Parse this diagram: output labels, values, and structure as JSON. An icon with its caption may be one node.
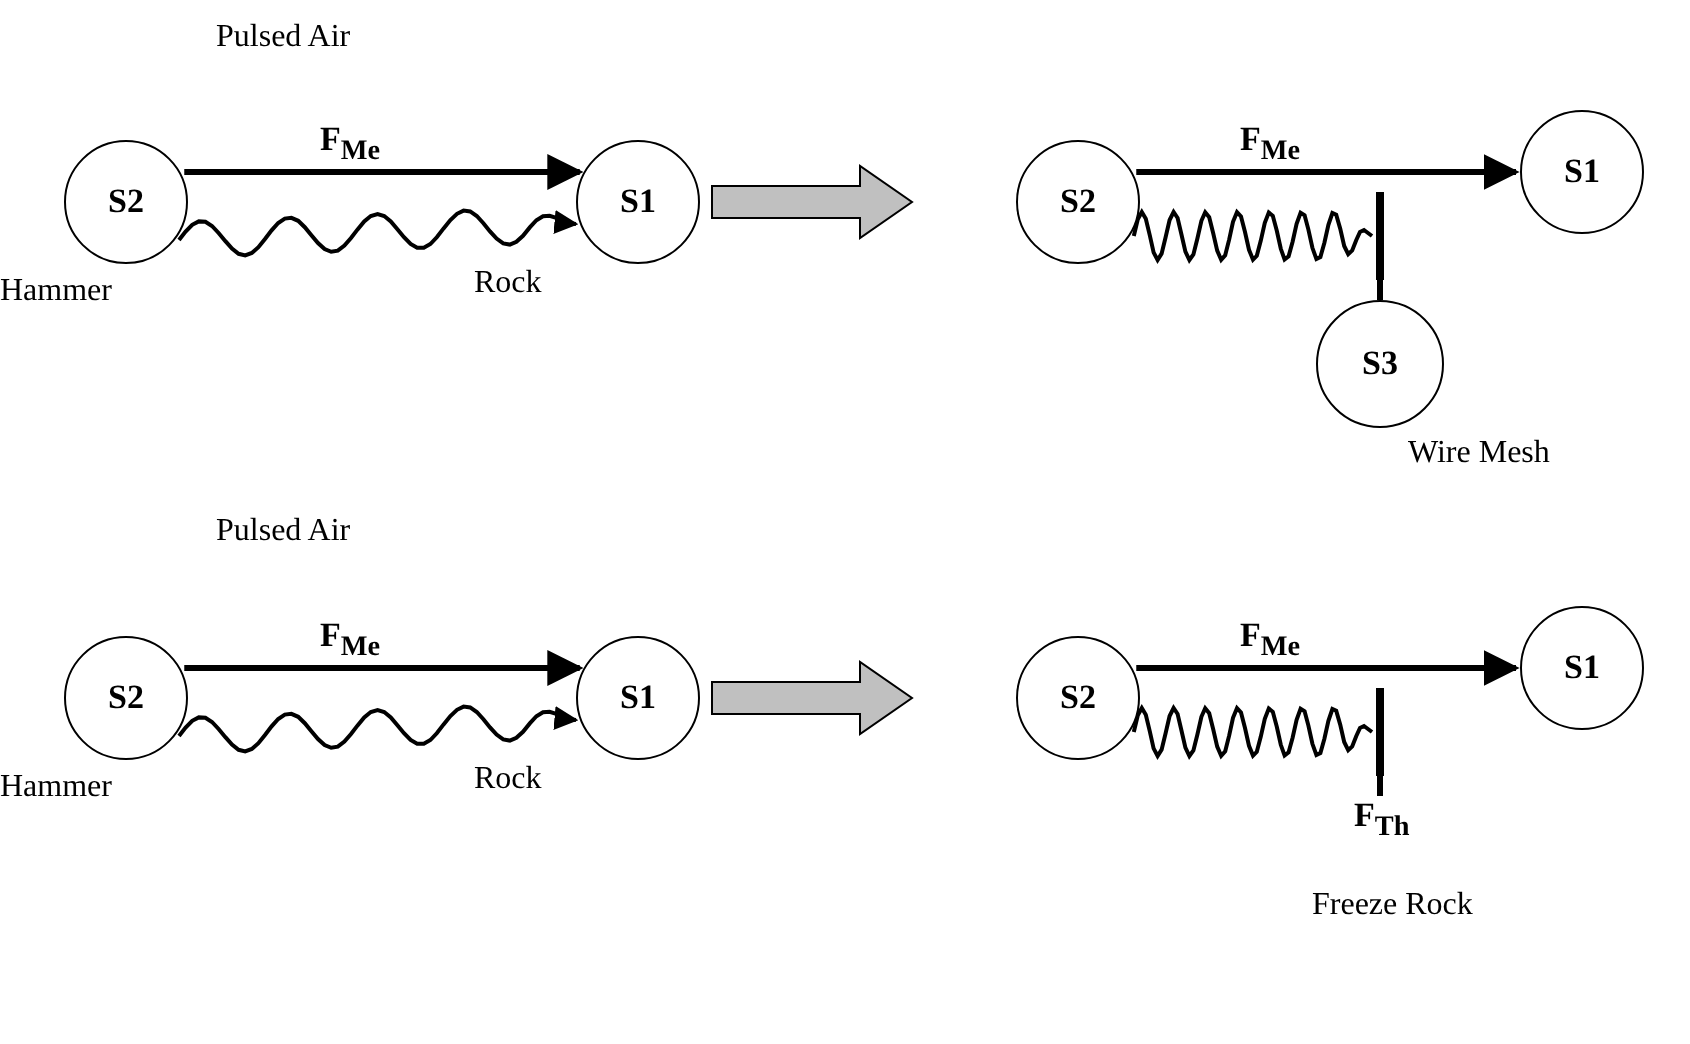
{
  "diagram": {
    "nodes": [
      {
        "text": [
          "S2"
        ],
        "beside": [
          "Hammer"
        ]
      },
      {
        "text": [
          "S1"
        ],
        "beside": [
          "Rock"
        ]
      },
      {
        "text": [
          "S2"
        ]
      },
      {
        "text": [],
        "shape": "bar"
      },
      {
        "text": [
          "S1"
        ]
      },
      {
        "text": [
          "S3"
        ],
        "beside": [
          "Wire Mesh"
        ]
      },
      {
        "text": [
          "S2"
        ],
        "beside": [
          "Hammer"
        ]
      },
      {
        "text": [
          "S1"
        ],
        "beside": [
          "Rock"
        ]
      },
      {
        "text": [
          "S2"
        ]
      },
      {
        "text": [],
        "shape": "bar"
      },
      {
        "text": [
          "S1"
        ]
      },
      {
        "text": [
          "F$_{Th}$"
        ],
        "beside": [
          "Freeze Rock"
        ]
      }
    ],
    "edges": [
      {
        "from": 0,
        "to": 1,
        "arrow": "to",
        "label": "F$_{Me}$"
      },
      {
        "from": 0,
        "to": 1,
        "arrow": "to"
      },
      {
        "from": 1,
        "to": 2,
        "arrow": "to",
        "style": "thick",
        "color": "#c0c0c0"
      },
      {
        "from": 2,
        "to": 4,
        "arrow": "to",
        "label": "F$_{Me}$"
      },
      {
        "from": 2,
        "to": 3,
        "arrow": "none"
      },
      {
        "from": 5,
        "to": 3,
        "arrow": "none"
      },
      {
        "from": 6,
        "to": 7,
        "arrow": "to",
        "label": "F$_{Me}$"
      },
      {
        "from": 6,
        "to": 7,
        "arrow": "to"
      },
      {
        "from": 7,
        "to": 8,
        "arrow": "to",
        "style": "thick",
        "color": "#c0c0c0"
      },
      {
        "from": 8,
        "to": 10,
        "arrow": "to",
        "label": "F$_{Me}$"
      },
      {
        "from": 8,
        "to": 9,
        "arrow": "none"
      },
      {
        "from": 9,
        "to": 11,
        "arrow": "none"
      }
    ],
    "labels": [
      "Pulsed Air",
      "Pulsed Air"
    ]
  }
}
